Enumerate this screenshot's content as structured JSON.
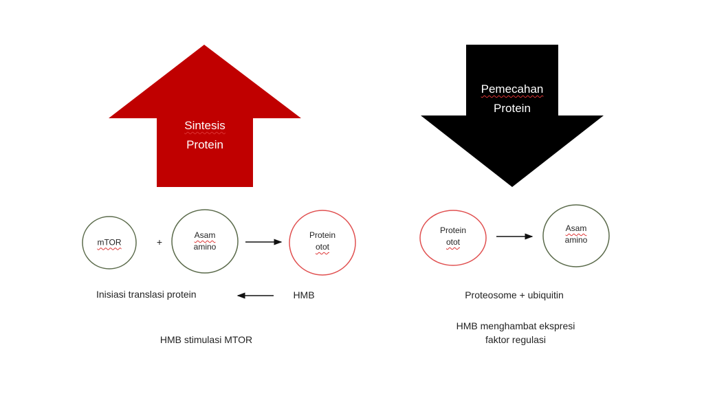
{
  "synthesis": {
    "arrow_label_1": "Sintesis",
    "arrow_label_2": "Protein",
    "circle_mtor": "mTOR",
    "plus": "+",
    "circle_amino_1": "Asam",
    "circle_amino_2": "amino",
    "circle_protein_1": "Protein",
    "circle_protein_2": "otot",
    "initiation_text": "Inisiasi translasi protein",
    "hmb_text": "HMB",
    "caption": "HMB stimulasi MTOR"
  },
  "breakdown": {
    "arrow_label_1": "Pemecahan",
    "arrow_label_2": "Protein",
    "circle_protein_1": "Protein",
    "circle_protein_2": "otot",
    "circle_amino_1": "Asam",
    "circle_amino_2": "amino",
    "mechanism_text": "Proteosome + ubiquitin",
    "caption_1": "HMB menghambat ekspresi",
    "caption_2": "faktor regulasi"
  },
  "colors": {
    "red_arrow": "#c00000",
    "black_arrow": "#000000",
    "green_circle": "#5a6a4a",
    "red_circle": "#e05050"
  }
}
